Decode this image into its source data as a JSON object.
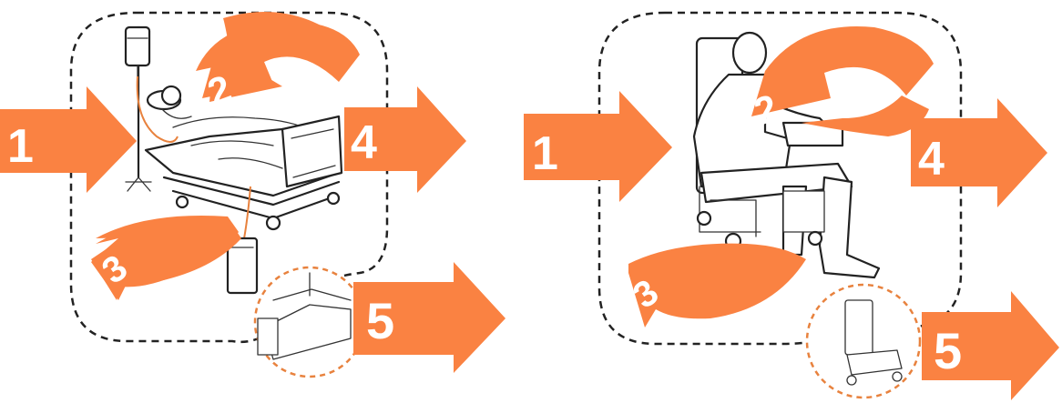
{
  "colors": {
    "arrow": "#FA8242",
    "ink": "#222222",
    "dash_ring": "#E8823E"
  },
  "panels": [
    {
      "scene": "hospital-bed-with-iv-and-drainage-bag",
      "steps": {
        "s1": "1",
        "s2": "2",
        "s3": "3",
        "s4": "4",
        "s5": "5"
      }
    },
    {
      "scene": "patient-seated-in-chair",
      "steps": {
        "s1": "1",
        "s2": "2",
        "s3": "3",
        "s4": "4",
        "s5": "5"
      }
    }
  ]
}
